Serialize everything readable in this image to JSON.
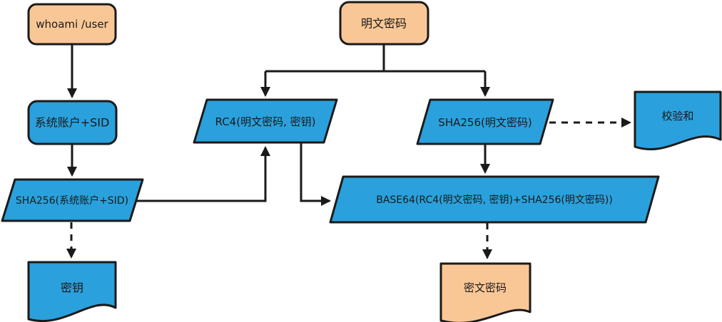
{
  "diagram": {
    "description": "Hand-drawn style flowchart of a password encryption scheme",
    "colors": {
      "process_fill": "#2AA1DC",
      "terminal_fill": "#F9C796",
      "ink": "#1A1A1A",
      "background": "#FFFFFF"
    },
    "nodes": {
      "whoami_user": {
        "label": "whoami /user",
        "shape": "rounded-rect",
        "fill": "orange"
      },
      "system_account_sid": {
        "label": "系统账户+SID",
        "shape": "rounded-rect",
        "fill": "blue"
      },
      "sha256_sid": {
        "label": "SHA256(系统账户+SID)",
        "shape": "parallelogram",
        "fill": "blue"
      },
      "secret_key": {
        "label": "密钥",
        "shape": "document",
        "fill": "blue"
      },
      "plaintext_password": {
        "label": "明文密码",
        "shape": "rounded-rect",
        "fill": "orange"
      },
      "rc4": {
        "label": "RC4(明文密码, 密钥)",
        "shape": "parallelogram",
        "fill": "blue"
      },
      "sha256_password": {
        "label": "SHA256(明文密码)",
        "shape": "parallelogram",
        "fill": "blue"
      },
      "checksum": {
        "label": "校验和",
        "shape": "document",
        "fill": "blue"
      },
      "base64": {
        "label": "BASE64(RC4(明文密码, 密钥)+SHA256(明文密码))",
        "shape": "parallelogram",
        "fill": "blue"
      },
      "ciphertext_password": {
        "label": "密文密码",
        "shape": "document",
        "fill": "orange"
      }
    },
    "edges": {
      "whoami_to_system_account": {
        "style": "solid"
      },
      "system_account_to_sha256_sid": {
        "style": "solid"
      },
      "sha256_sid_to_secret_key": {
        "style": "dashed"
      },
      "plaintext_branch": {
        "style": "solid"
      },
      "branch_to_rc4": {
        "style": "solid"
      },
      "branch_to_sha256_password": {
        "style": "solid"
      },
      "sha256_password_to_checksum": {
        "style": "dashed"
      },
      "sha256_password_to_base64": {
        "style": "solid"
      },
      "sha256_sid_to_rc4": {
        "style": "solid"
      },
      "rc4_to_base64": {
        "style": "solid"
      },
      "base64_to_ciphertext": {
        "style": "dashed"
      }
    }
  }
}
